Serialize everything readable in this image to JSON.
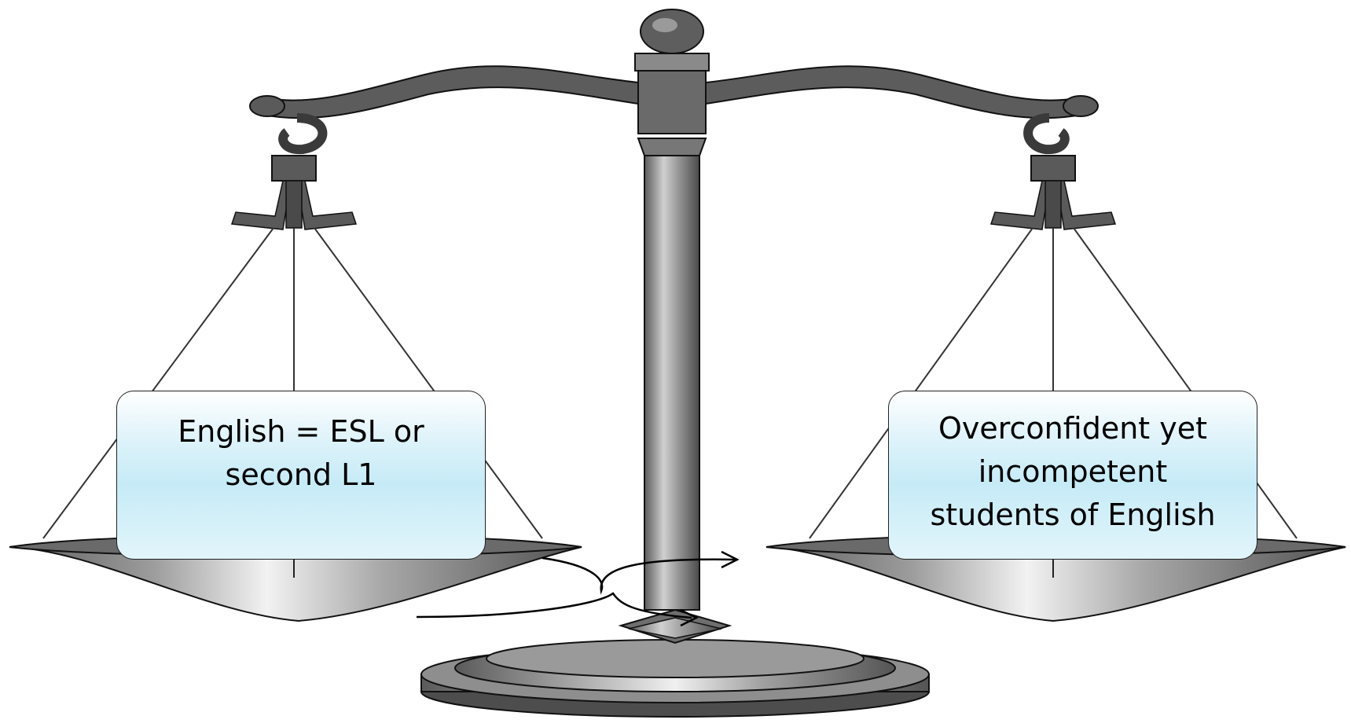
{
  "left_pan": {
    "lines": [
      "English = ESL or",
      "second L1"
    ]
  },
  "right_pan": {
    "lines": [
      "Overconfident yet",
      "incompetent",
      "students of English"
    ]
  },
  "colors": {
    "metal_dark": "#4a4a4a",
    "metal_mid": "#8c8c8c",
    "metal_light": "#e6e6e6",
    "box_fill": "#c6ebf7",
    "outline": "#111111"
  }
}
